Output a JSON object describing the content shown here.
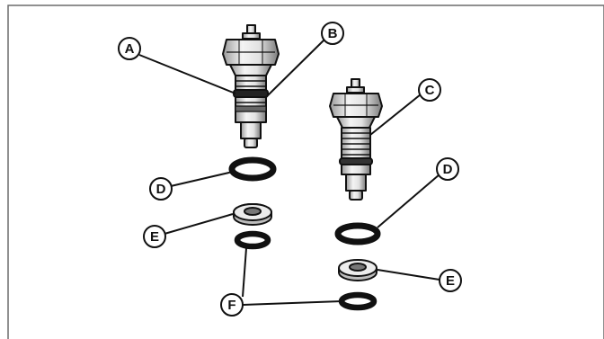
{
  "diagram": {
    "callouts": {
      "a": "A",
      "b": "B",
      "c": "C",
      "d1": "D",
      "d2": "D",
      "e1": "E",
      "e2": "E",
      "f": "F"
    }
  },
  "colors": {
    "ink": "#111111",
    "metal_light": "#f2f2f2",
    "metal_mid": "#cfcfcf",
    "metal_dark": "#8a8a8a",
    "frame": "#6b6b6b",
    "background": "#ffffff"
  }
}
